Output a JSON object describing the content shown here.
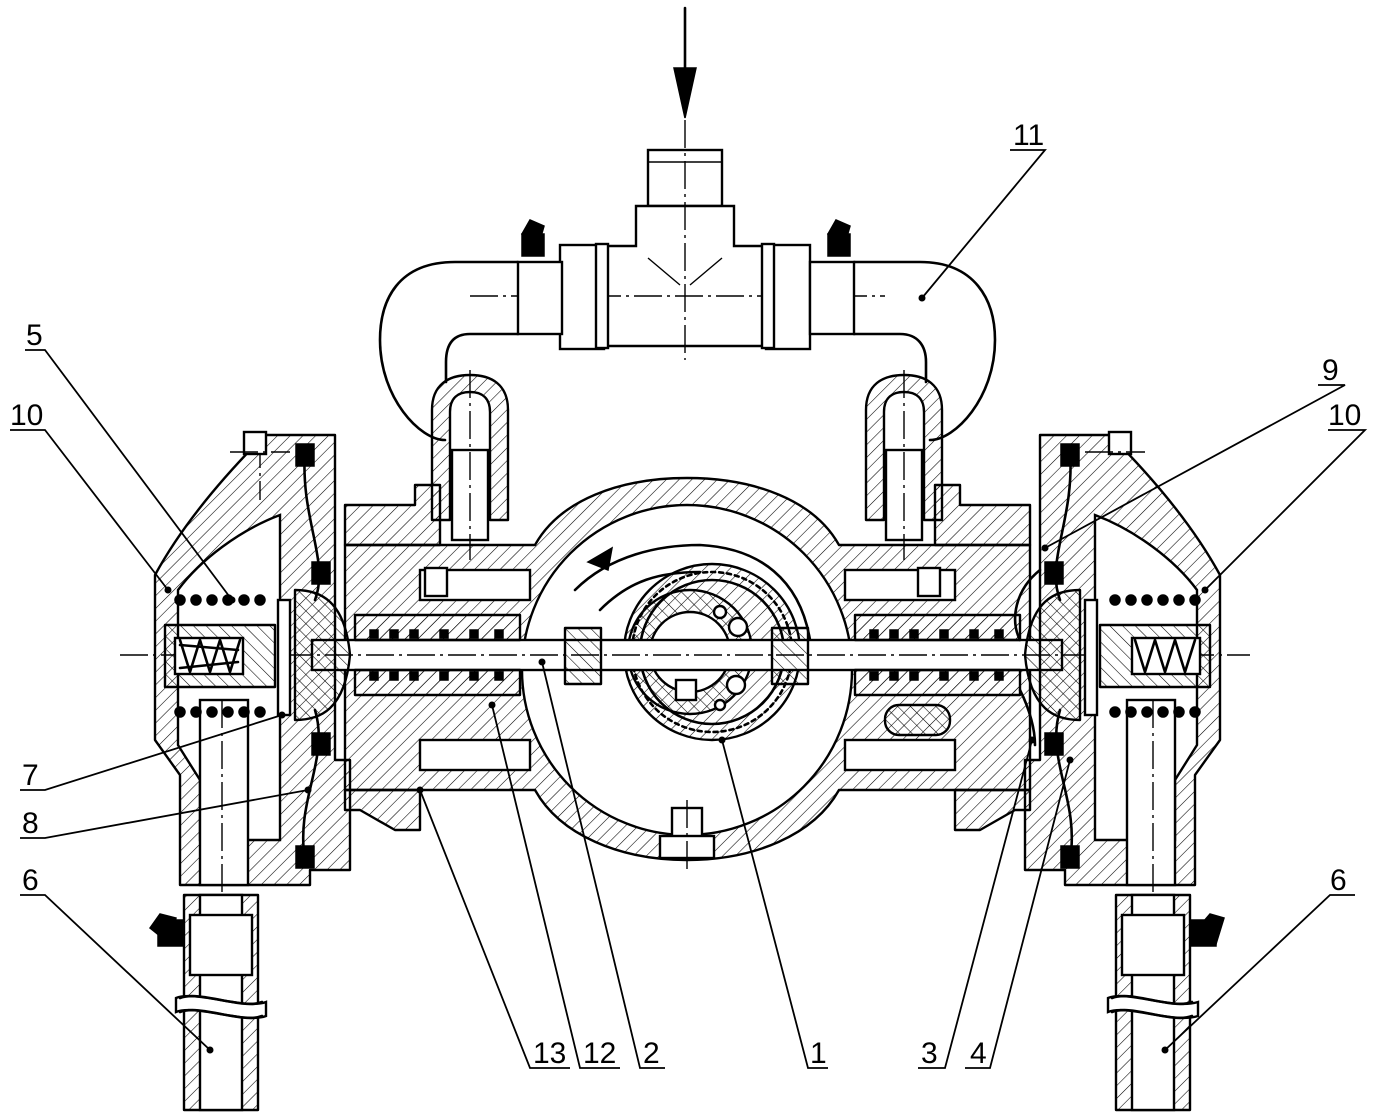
{
  "callouts": [
    {
      "id": "1",
      "text": "1"
    },
    {
      "id": "2",
      "text": "2"
    },
    {
      "id": "3",
      "text": "3"
    },
    {
      "id": "4",
      "text": "4"
    },
    {
      "id": "5",
      "text": "5"
    },
    {
      "id": "6_left",
      "text": "6"
    },
    {
      "id": "6_right",
      "text": "6"
    },
    {
      "id": "7",
      "text": "7"
    },
    {
      "id": "8",
      "text": "8"
    },
    {
      "id": "9",
      "text": "9"
    },
    {
      "id": "10_left",
      "text": "10"
    },
    {
      "id": "10_right",
      "text": "10"
    },
    {
      "id": "11",
      "text": "11"
    },
    {
      "id": "12",
      "text": "12"
    },
    {
      "id": "13",
      "text": "13"
    }
  ]
}
